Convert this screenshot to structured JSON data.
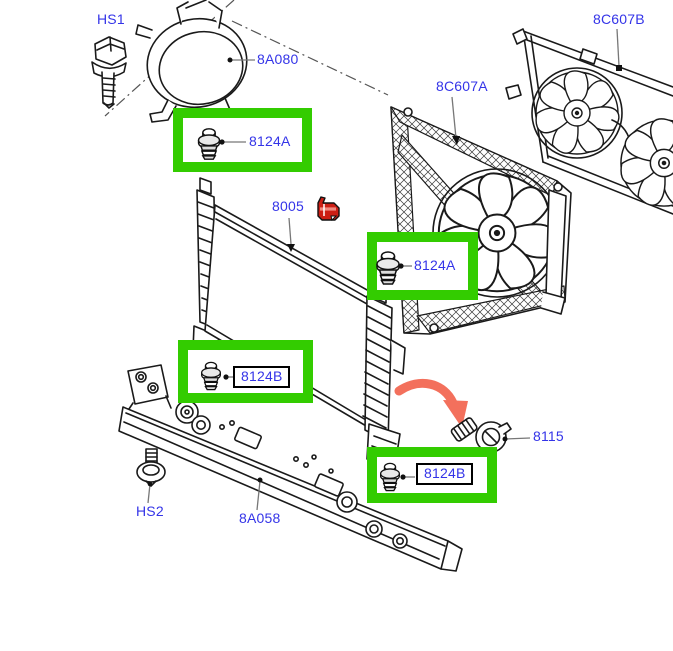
{
  "diagram": {
    "type": "exploded-parts-diagram",
    "subject": "Radiator, cooling fan shrouds, grommets and lower crossmember",
    "colors": {
      "label_text": "#3434E8",
      "highlight_green": "#33CC00",
      "line_art": "#1A1A1A",
      "arrow_red": "#F3705C",
      "note_icon_red": "#CC1E14"
    },
    "callouts": {
      "hs1": "HS1",
      "coolant_tank": "8A080",
      "grommet_upper": "8124A",
      "radiator": "8005",
      "fan_shroud": "8C607A",
      "twin_fan": "8C607B",
      "grommet_middle": "8124A",
      "grommet_lower_left": "8124B",
      "grommet_lower_right": "8124B",
      "drain_plug": "8115",
      "hs2": "HS2",
      "crossmember": "8A058"
    },
    "highlighted_callouts": [
      "8124A",
      "8124A",
      "8124B",
      "8124B"
    ],
    "icons": {
      "note": "red-note-flag",
      "grommet": "rubber-grommet"
    }
  }
}
